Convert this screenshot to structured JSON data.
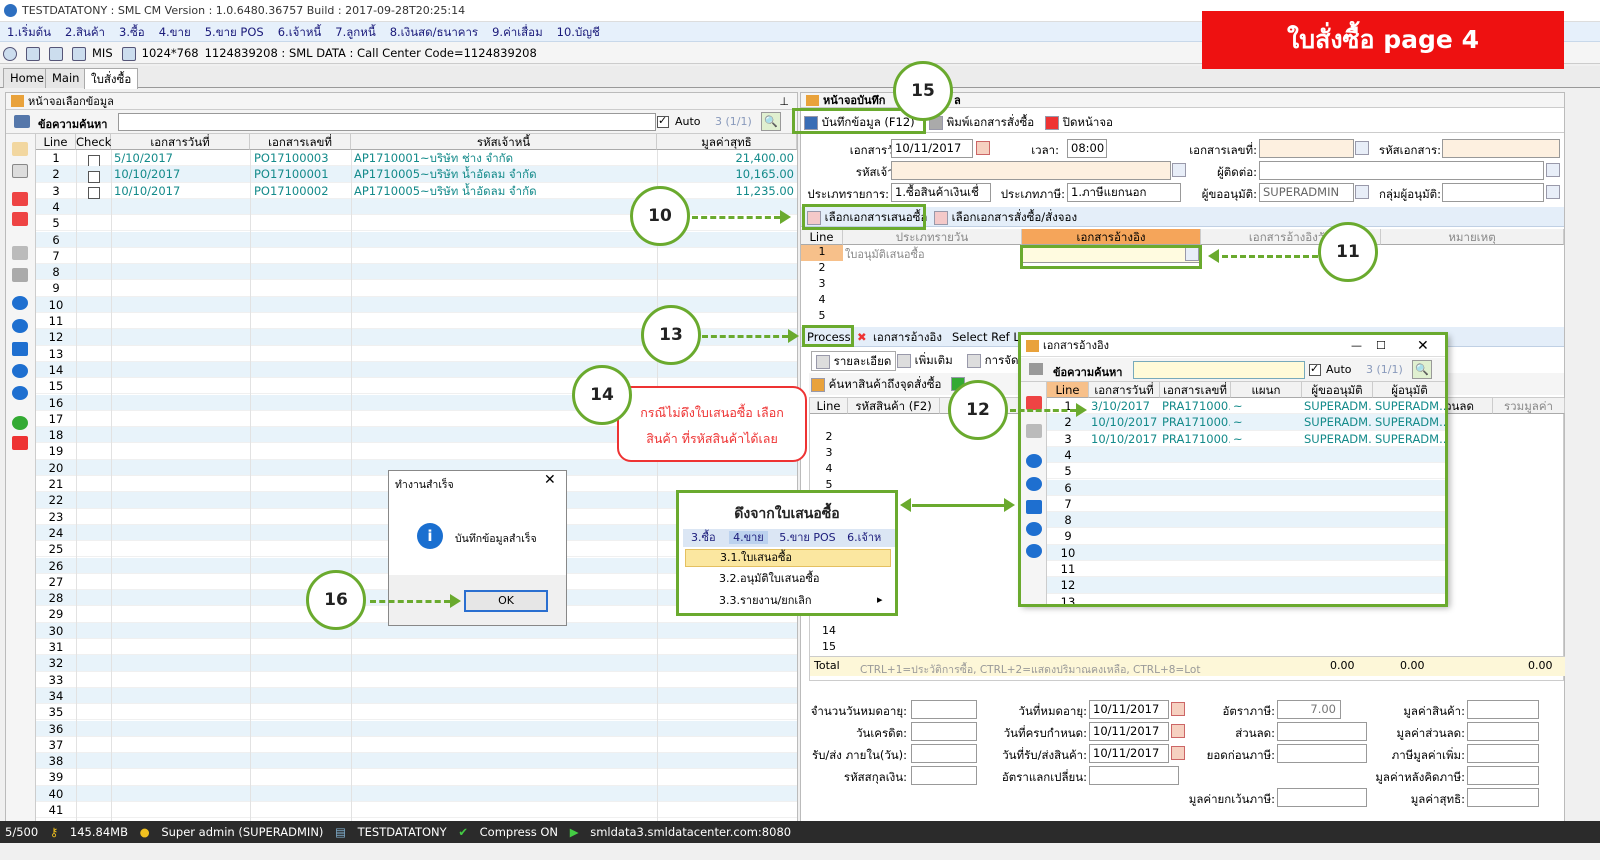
{
  "window": {
    "title": "TESTDATATONY : SML CM Version : 1.0.6480.36757  Build : 2017-09-28T20:25:14"
  },
  "menu": [
    "1.เริ่มต้น",
    "2.สินค้า",
    "3.ซื้อ",
    "4.ขาย",
    "5.ขาย POS",
    "6.เจ้าหนี้",
    "7.ลูกหนี้",
    "8.เงินสด/ธนาคาร",
    "9.ค่าเสื่อม",
    "10.บัญชี"
  ],
  "toolbar": {
    "mis": "MIS",
    "resolution": "1024*768",
    "info": "1124839208 : SML DATA : Call Center Code=1124839208"
  },
  "tabs": [
    "Home",
    "Main",
    "ใบสั่งซื้อ"
  ],
  "banner": "ใบสั่งซื้อ  page 4",
  "left": {
    "title": "หน้าจอเลือกข้อมูล",
    "search_label": "ข้อความค้นหา",
    "auto_label": "Auto",
    "count": "3 (1/1)",
    "columns": [
      "Line",
      "Check",
      "เอกสารวันที่",
      "เอกสารเลขที่",
      "รหัสเจ้าหนี้",
      "มูลค่าสุทธิ"
    ],
    "rows": [
      {
        "date": "5/10/2017",
        "doc": "PO17100003",
        "vendor": "AP1710001~บริษัท ช่าง จำกัด",
        "amount": "21,400.00"
      },
      {
        "date": "10/10/2017",
        "doc": "PO17100001",
        "vendor": "AP1710005~บริษัท น้ำอัดลม จำกัด",
        "amount": "10,165.00"
      },
      {
        "date": "10/10/2017",
        "doc": "PO17100002",
        "vendor": "AP1710005~บริษัท น้ำอัดลม จำกัด",
        "amount": "11,235.00"
      }
    ],
    "line_numbers": [
      "1",
      "2",
      "3",
      "4",
      "5",
      "6",
      "7",
      "8",
      "9",
      "10",
      "11",
      "12",
      "13",
      "14",
      "15",
      "16",
      "17",
      "18",
      "19",
      "20",
      "21",
      "22",
      "23",
      "24",
      "25",
      "26",
      "27",
      "28",
      "29",
      "30",
      "31",
      "32",
      "33",
      "34",
      "35",
      "36",
      "37",
      "38",
      "39",
      "40",
      "41"
    ]
  },
  "right": {
    "title": "หน้าจอบันทึก",
    "title_suffix": "ล",
    "save_button": "บันทึกข้อมูล (F12)",
    "print_button": "พิมพ์เอกสารสั่งซื้อ",
    "close_button": "ปิดหน้าจอ",
    "doc_date_label": "เอกสารวันที่:",
    "doc_date": "10/11/2017",
    "time_label": "เวลา:",
    "time": "08:00",
    "doc_no_label": "เอกสารเลขที่:",
    "doc_code_label": "รหัสเอกสาร:",
    "vendor_label": "รหัสเจ้าหนี้:",
    "contact_label": "ผู้ติดต่อ:",
    "trans_type_label": "ประเภทรายการ:",
    "trans_type": "1.ซื้อสินค้าเงินเชื่",
    "tax_type_label": "ประเภทภาษี:",
    "tax_type": "1.ภาษีแยกนอก",
    "approver_label": "ผู้ขออนุมัติ:",
    "approver": "SUPERADMIN",
    "approver_group_label": "กลุ่มผู้อนุมัติ:",
    "select_quote_button": "เลือกเอกสารเสนอซื้อ",
    "select_order_button": "เลือกเอกสารสั่งซื้อ/สั่งจอง",
    "ref_columns": [
      "Line",
      "ประเภทรายวัน",
      "เอกสารอ้างอิง",
      "เอกสารอ้างอิงวัน",
      "หมายเหตุ"
    ],
    "ref_row1_type": "ใบอนุมัติเสนอซื้อ",
    "ref_lines": [
      "1",
      "2",
      "3",
      "4",
      "5"
    ],
    "process_button": "Process",
    "ref_doc_button": "เอกสารอ้างอิง",
    "select_ref_button": "Select Ref L",
    "detail_tab": "รายละเอียด",
    "extra_tab": "เพิ่มเติม",
    "other_tab": "การจัด",
    "search_product_button": "ค้นหาสินค้าถึงจุดสั่งซื้อ",
    "item_columns": [
      "Line",
      "รหัสสินค้า (F2)",
      "วนลด",
      "รวมมูลค่า"
    ],
    "item_lines": [
      "2",
      "3",
      "4",
      "5",
      "14",
      "15"
    ],
    "total_label": "Total",
    "shortcut_hint": "CTRL+1=ประวัติการซื้อ, CTRL+2=แสดงปริมาณคงเหลือ, CTRL+8=Lot",
    "total_a": "0.00",
    "total_b": "0.00",
    "total_c": "0.00",
    "footer": {
      "expire_days_label": "จำนวนวันหมดอายุ:",
      "credit_days_label": "วันเครดิต:",
      "deliver_days_label": "รับ/ส่ง ภายใน(วัน):",
      "currency_label": "รหัสสกุลเงิน:",
      "expire_date_label": "วันที่หมดอายุ:",
      "expire_date": "10/11/2017",
      "due_date_label": "วันที่ครบกำหนด:",
      "due_date": "10/11/2017",
      "deliver_date_label": "วันที่รับ/ส่งสินค้า:",
      "deliver_date": "10/11/2017",
      "exchange_label": "อัตราแลกเปลี่ยน:",
      "tax_rate_label": "อัตราภาษี:",
      "tax_rate": "7.00",
      "discount_label": "ส่วนลด:",
      "before_tax_label": "ยอดก่อนภาษี:",
      "product_value_label": "มูลค่าสินค้า:",
      "discount_value_label": "มูลค่าส่วนลด:",
      "vat_label": "ภาษีมูลค่าเพิ่ม:",
      "after_tax_label": "มูลค่าหลังคิดภาษี:",
      "exempt_label": "มูลค่ายกเว้นภาษี:",
      "net_label": "มูลค่าสุทธิ:"
    }
  },
  "popup": {
    "title": "เอกสารอ้างอิง",
    "search_label": "ข้อความค้นหา",
    "auto_label": "Auto",
    "count": "3 (1/1)",
    "columns": [
      "Line",
      "เอกสารวันที่",
      "เอกสารเลขที่",
      "แผนก",
      "ผู้ขออนุมัติ",
      "ผู้อนุมัติ"
    ],
    "rows": [
      {
        "date": "3/10/2017",
        "doc": "PRA171000...",
        "dept": "~",
        "req": "SUPERADM...",
        "appr": "SUPERADM..."
      },
      {
        "date": "10/10/2017",
        "doc": "PRA171000...",
        "dept": "~",
        "req": "SUPERADM...",
        "appr": "SUPERADM..."
      },
      {
        "date": "10/10/2017",
        "doc": "PRA171000...",
        "dept": "~",
        "req": "SUPERADM...",
        "appr": "SUPERADM..."
      }
    ],
    "line_numbers": [
      "1",
      "2",
      "3",
      "4",
      "5",
      "6",
      "7",
      "8",
      "9",
      "10",
      "11",
      "12",
      "13"
    ]
  },
  "dialog": {
    "title": "ทำงานสำเร็จ",
    "message": "บันทึกข้อมูลสำเร็จ",
    "ok": "OK"
  },
  "callout": {
    "line1": "กรณีไม่ดึงใบเสนอซื้อ เลือก",
    "line2": "สินค้า  ที่รหัสสินค้าได้เลย"
  },
  "menu_inset": {
    "title": "ดึงจากใบเสนอซื้อ",
    "menu_row": [
      "3.ซื้อ",
      "4.ขาย",
      "5.ขาย POS",
      "6.เจ้าห"
    ],
    "items": [
      "3.1.ใบเสนอซื้อ",
      "3.2.อนุมัติใบเสนอซื้อ",
      "3.3.รายงาน/ยกเลิก"
    ]
  },
  "steps": [
    "15",
    "10",
    "11",
    "13",
    "14",
    "12",
    "16"
  ],
  "status": {
    "sessions": "5/500",
    "memory": "145.84MB",
    "user": "Super admin (SUPERADMIN)",
    "db": "TESTDATATONY",
    "compress": "Compress ON",
    "server": "smldata3.smldatacenter.com:8080"
  },
  "colors": {
    "accent_green": "#6aaa2e",
    "banner_red": "#ee1111",
    "teal_text": "#138a8a"
  }
}
